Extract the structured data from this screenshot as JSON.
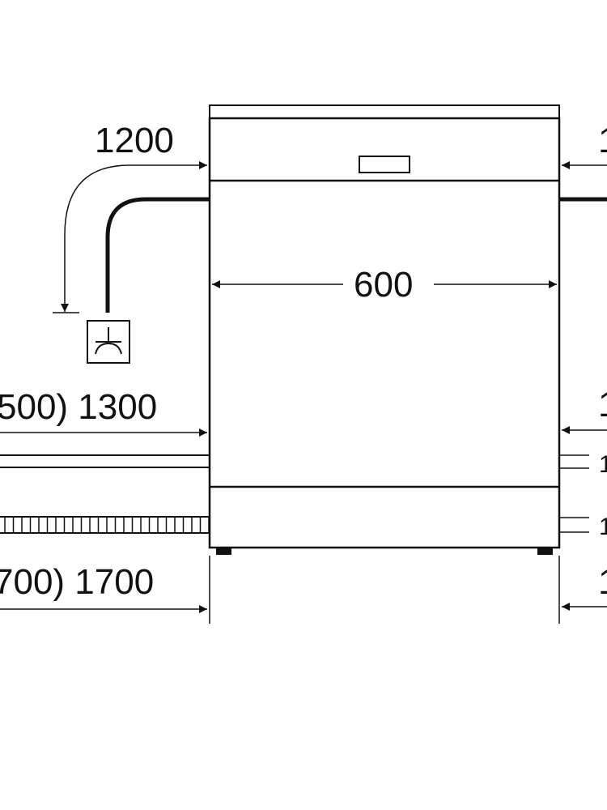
{
  "labels": {
    "top_left": "1200",
    "top_right_partial": "1",
    "width": "600",
    "middle_left": "500) 1300",
    "middle_right_partial": "1",
    "bottom_left": "700) 1700",
    "bottom_right_partial": "1",
    "right_tick_1": "1",
    "right_tick_2": "1"
  },
  "colors": {
    "line": "#111111",
    "background": "#ffffff"
  },
  "icons": {
    "outlet": "power-outlet-icon"
  }
}
